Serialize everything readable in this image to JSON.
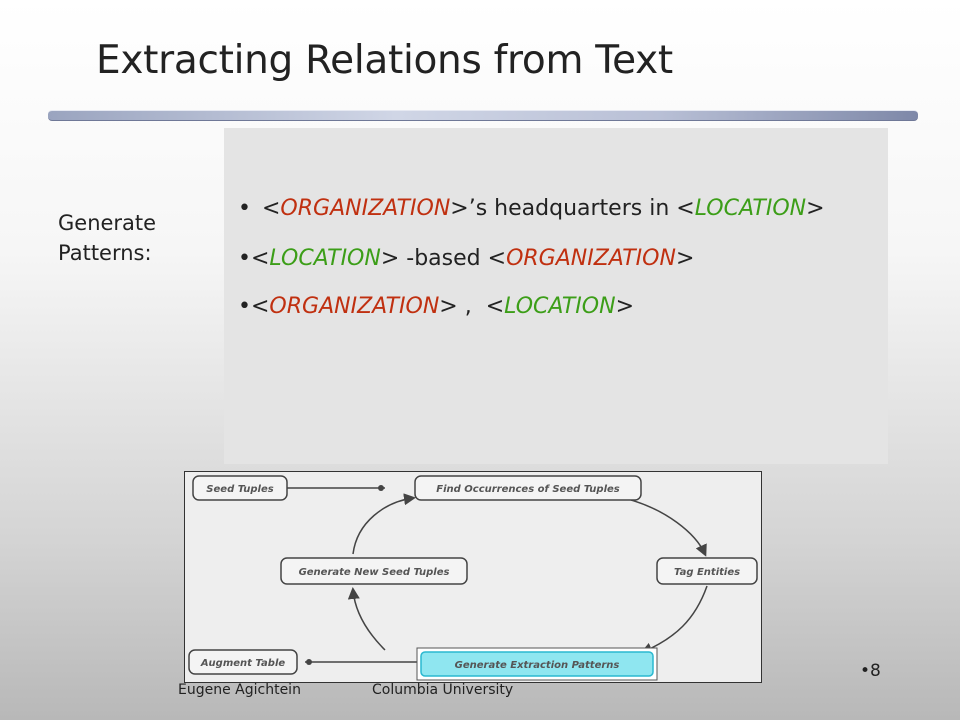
{
  "slide": {
    "title": "Extracting Relations from Text",
    "side_label_line1": "Generate",
    "side_label_line2": "Patterns:",
    "page_number": "•8"
  },
  "patterns": [
    {
      "bullet": "•",
      "parts": {
        "p1_lt": "<",
        "p1_tag": "ORGANIZATION",
        "p1_gt": ">",
        "p1_text": "’s headquarters in ",
        "p2_lt": "<",
        "p2_tag": "LOCATION",
        "p2_gt": ">"
      }
    },
    {
      "bullet": "•",
      "parts": {
        "p1_lt": "<",
        "p1_tag": "LOCATION",
        "p1_gt": ">",
        "p1_text": " -based ",
        "p2_lt": "<",
        "p2_tag": "ORGANIZATION",
        "p2_gt": ">"
      }
    },
    {
      "bullet": "•",
      "parts": {
        "p1_lt": "<",
        "p1_tag": "ORGANIZATION",
        "p1_gt": ">",
        "p1_text": " ,  ",
        "p2_lt": "<",
        "p2_tag": "LOCATION",
        "p2_gt": ">"
      }
    }
  ],
  "diagram": {
    "nodes": {
      "seed_tuples": "Seed Tuples",
      "find_occurrences": "Find Occurrences of Seed Tuples",
      "generate_new_seed": "Generate New Seed Tuples",
      "tag_entities": "Tag Entities",
      "augment_table": "Augment Table",
      "generate_patterns": "Generate Extraction Patterns"
    },
    "highlight_color": "#8fe6f0",
    "highlight_border": "#2ab8d0"
  },
  "footer": {
    "author": "Eugene Agichtein",
    "organization": "Columbia University"
  },
  "colors": {
    "organization_tag": "#c03010",
    "location_tag": "#3c9e18"
  }
}
